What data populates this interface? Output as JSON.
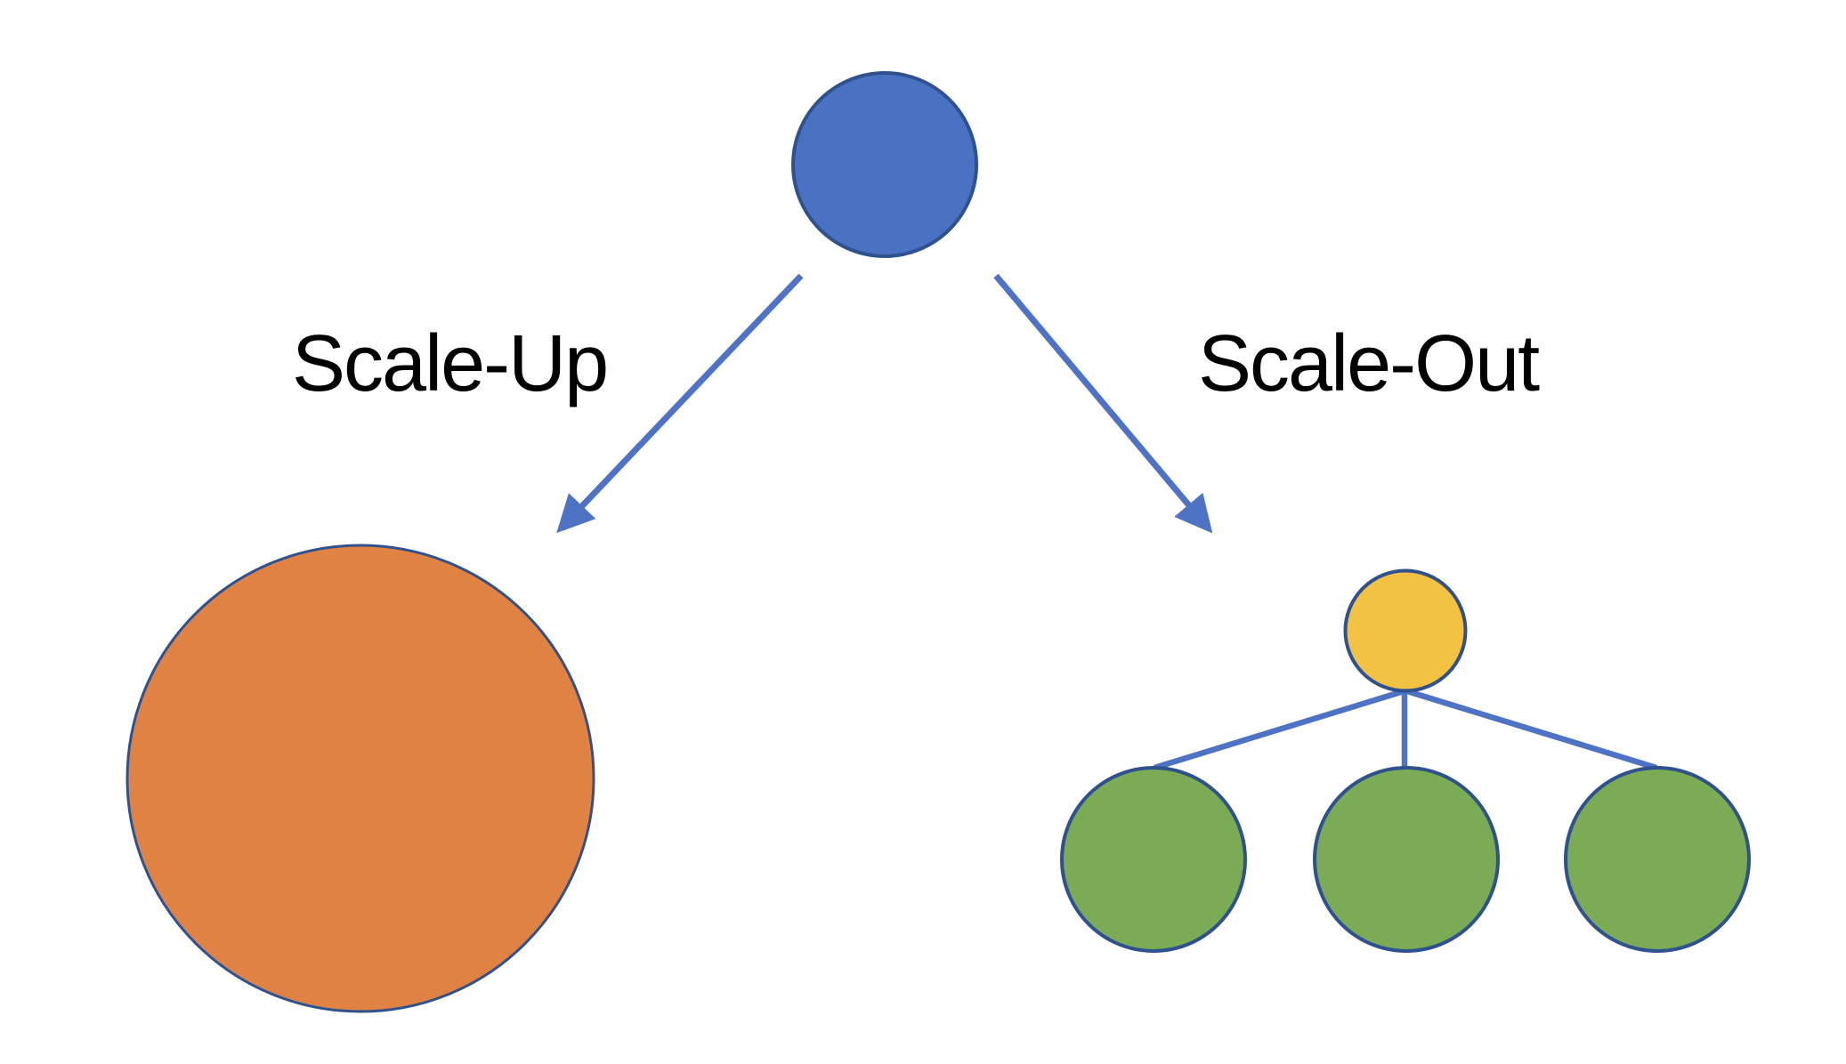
{
  "diagram": {
    "background": "#ffffff",
    "labels": {
      "scale_up": "Scale-Up",
      "scale_out": "Scale-Out"
    },
    "colors": {
      "root_node": "#4b72c2",
      "scale_up_node": "#e08244",
      "scale_out_parent_node": "#f3c242",
      "scale_out_child_node": "#7bab54",
      "connector": "#4e72c4",
      "node_outline": "#2f528f",
      "label_text": "#000000"
    },
    "structure": {
      "root_children": [
        "scale_up_branch",
        "scale_out_branch"
      ],
      "scale_up_node_count": 1,
      "scale_out_parent_count": 1,
      "scale_out_child_count": 3
    }
  }
}
